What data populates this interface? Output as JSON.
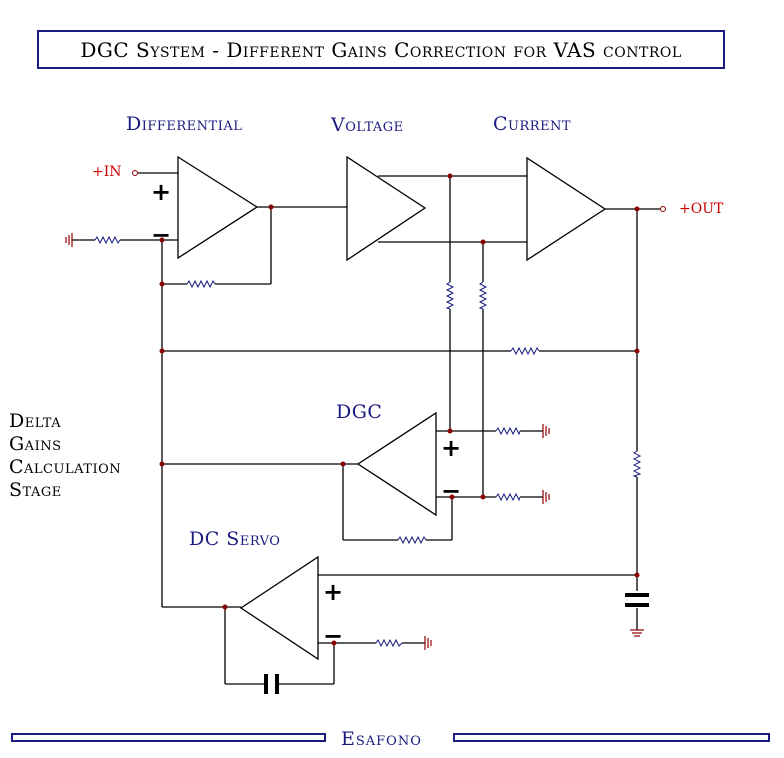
{
  "title": "DGC System - Different Gains Correction for VAS control",
  "stages": {
    "differential": "Differential",
    "voltage": "Voltage",
    "current": "Current",
    "dgc": "DGC",
    "dc_servo": "DC Servo"
  },
  "side_label": [
    "Delta",
    "Gains",
    "Calculation",
    "Stage"
  ],
  "pins": {
    "input": "+IN",
    "output": "+OUT"
  },
  "signs": {
    "plus": "+",
    "minus": "−"
  },
  "footer": "Esafono",
  "colors": {
    "wire": "#000000",
    "resistor": "#1a1a80",
    "node": "#8b0000",
    "pin_label": "#cc0000",
    "label": "#1a1a80",
    "ground": "#8b0000"
  }
}
